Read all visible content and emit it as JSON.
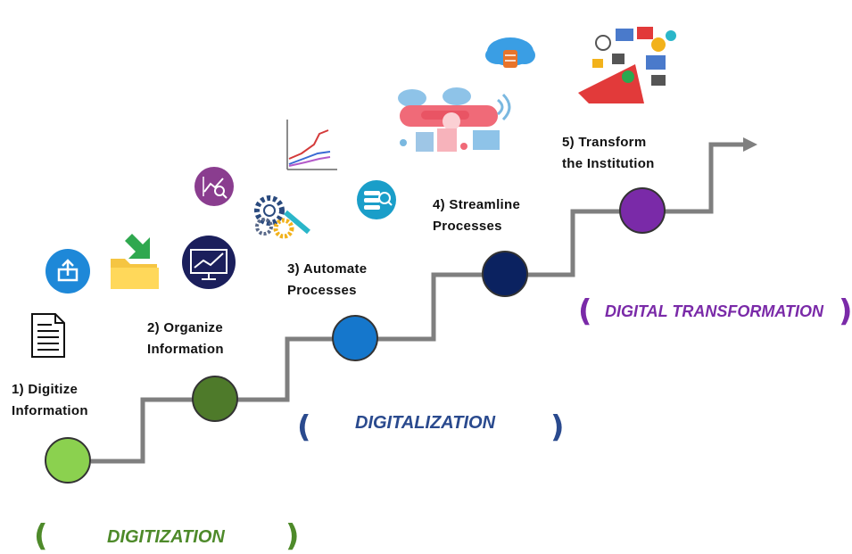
{
  "steps": [
    {
      "number": "1)",
      "line1": "Digitize",
      "line2": "Information",
      "color": "#8bd14f"
    },
    {
      "number": "2)",
      "line1": "Organize",
      "line2": "Information",
      "color": "#4e7a2a"
    },
    {
      "number": "3)",
      "line1": "Automate",
      "line2": "Processes",
      "color": "#1577cc"
    },
    {
      "number": "4)",
      "line1": "Streamline",
      "line2": "Processes",
      "color": "#0b2260"
    },
    {
      "number": "5)",
      "line1": "Transform",
      "line2": "the Institution",
      "color": "#7a2aa8"
    }
  ],
  "phases": [
    {
      "label": "DIGITIZATION",
      "color": "#4e8a2a"
    },
    {
      "label": "DIGITALIZATION",
      "color": "#2a4a8e"
    },
    {
      "label": "DIGITAL TRANSFORMATION",
      "color": "#7a2aa8"
    }
  ],
  "colors": {
    "path": "#7f7f7f",
    "brace_green": "#4e8a2a",
    "brace_blue": "#2a4a8e",
    "brace_purple": "#7a2aa8"
  },
  "icons": [
    "document-icon",
    "upload-icon",
    "folder-download-icon",
    "chart-monitor-icon",
    "chart-search-icon",
    "line-graph-icon",
    "gears-search-icon",
    "database-search-icon",
    "cloud-devices-icon",
    "cloud-server-icon",
    "megaphone-icon"
  ]
}
